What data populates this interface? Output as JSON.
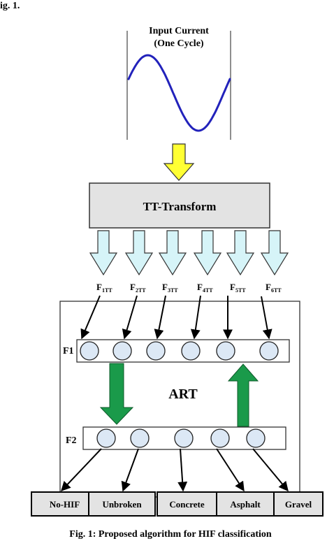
{
  "header_fragment": "ig. 1.",
  "input": {
    "title_line1": "Input Current",
    "title_line2": "(One Cycle)"
  },
  "transform": {
    "label": "TT-Transform"
  },
  "features": [
    {
      "base": "F",
      "sub": "1TT"
    },
    {
      "base": "F",
      "sub": "2TT"
    },
    {
      "base": "F",
      "sub": "3TT"
    },
    {
      "base": "F",
      "sub": "4TT"
    },
    {
      "base": "F",
      "sub": "5TT"
    },
    {
      "base": "F",
      "sub": "6TT"
    }
  ],
  "art": {
    "label": "ART",
    "f1_label": "F1",
    "f2_label": "F2"
  },
  "classes": [
    "No-HIF",
    "Unbroken",
    "Concrete",
    "Asphalt",
    "Gravel"
  ],
  "caption": "Fig. 1: Proposed algorithm for HIF classification",
  "colors": {
    "wave": "#2222bb",
    "yellow_arrow": "#ffff33",
    "feature_arrow": "#d6f4f8",
    "green_arrow": "#1a9a4a",
    "node_fill": "#dce8f5",
    "box_fill": "#e3e3e3"
  }
}
